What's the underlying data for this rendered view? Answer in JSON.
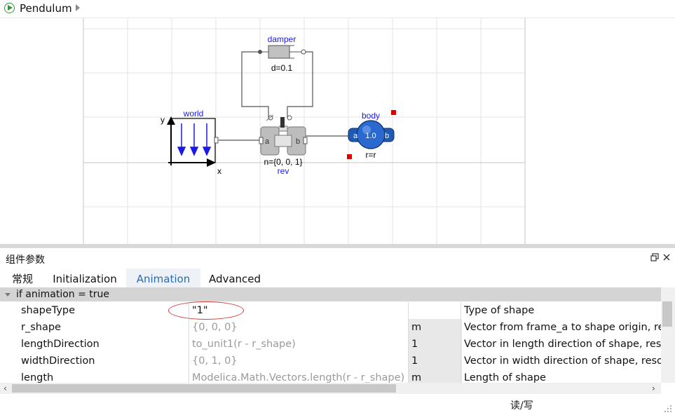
{
  "window": {
    "model_title": "Pendulum"
  },
  "diagram": {
    "world": {
      "name": "world",
      "axis_y": "y",
      "axis_x": "x"
    },
    "damper": {
      "name": "damper",
      "param": "d=0.1"
    },
    "rev": {
      "name": "rev",
      "param": "n={0, 0, 1}",
      "port_a": "a",
      "port_b": "b"
    },
    "body": {
      "name": "body",
      "param": "r=r",
      "port_a": "a",
      "port_b": "b",
      "mass_label": "1.0"
    },
    "colors": {
      "label_blue": "#1a1ae6",
      "selection_red": "#e00000",
      "body_blue": "#1a4fa8"
    }
  },
  "panel": {
    "title": "组件参数",
    "restore_icon": "restore-icon",
    "close_icon": "close-icon",
    "tabs": [
      {
        "label": "常规",
        "active": false
      },
      {
        "label": "Initialization",
        "active": false
      },
      {
        "label": "Animation",
        "active": true
      },
      {
        "label": "Advanced",
        "active": false
      }
    ],
    "group": {
      "label": "if animation = true"
    },
    "rows": [
      {
        "name": "shapeType",
        "value": "\"1\"",
        "value_set": true,
        "unit": "",
        "description": "Type of shape"
      },
      {
        "name": "r_shape",
        "value": "{0, 0, 0}",
        "value_set": false,
        "unit": "m",
        "description": "Vector from frame_a to shape origin, re"
      },
      {
        "name": "lengthDirection",
        "value": "to_unit1(r - r_shape)",
        "value_set": false,
        "unit": "1",
        "description": "Vector in length direction of shape, res"
      },
      {
        "name": "widthDirection",
        "value": "{0, 1, 0}",
        "value_set": false,
        "unit": "1",
        "description": "Vector in width direction of shape, reso"
      },
      {
        "name": "length",
        "value": "Modelica.Math.Vectors.length(r - r_shape)",
        "value_set": false,
        "unit": "m",
        "description": "Length of shape"
      }
    ],
    "highlight_color": "#d23c3c",
    "active_tab_color": "#2a6ab5"
  },
  "status": {
    "mode": "读/写"
  }
}
